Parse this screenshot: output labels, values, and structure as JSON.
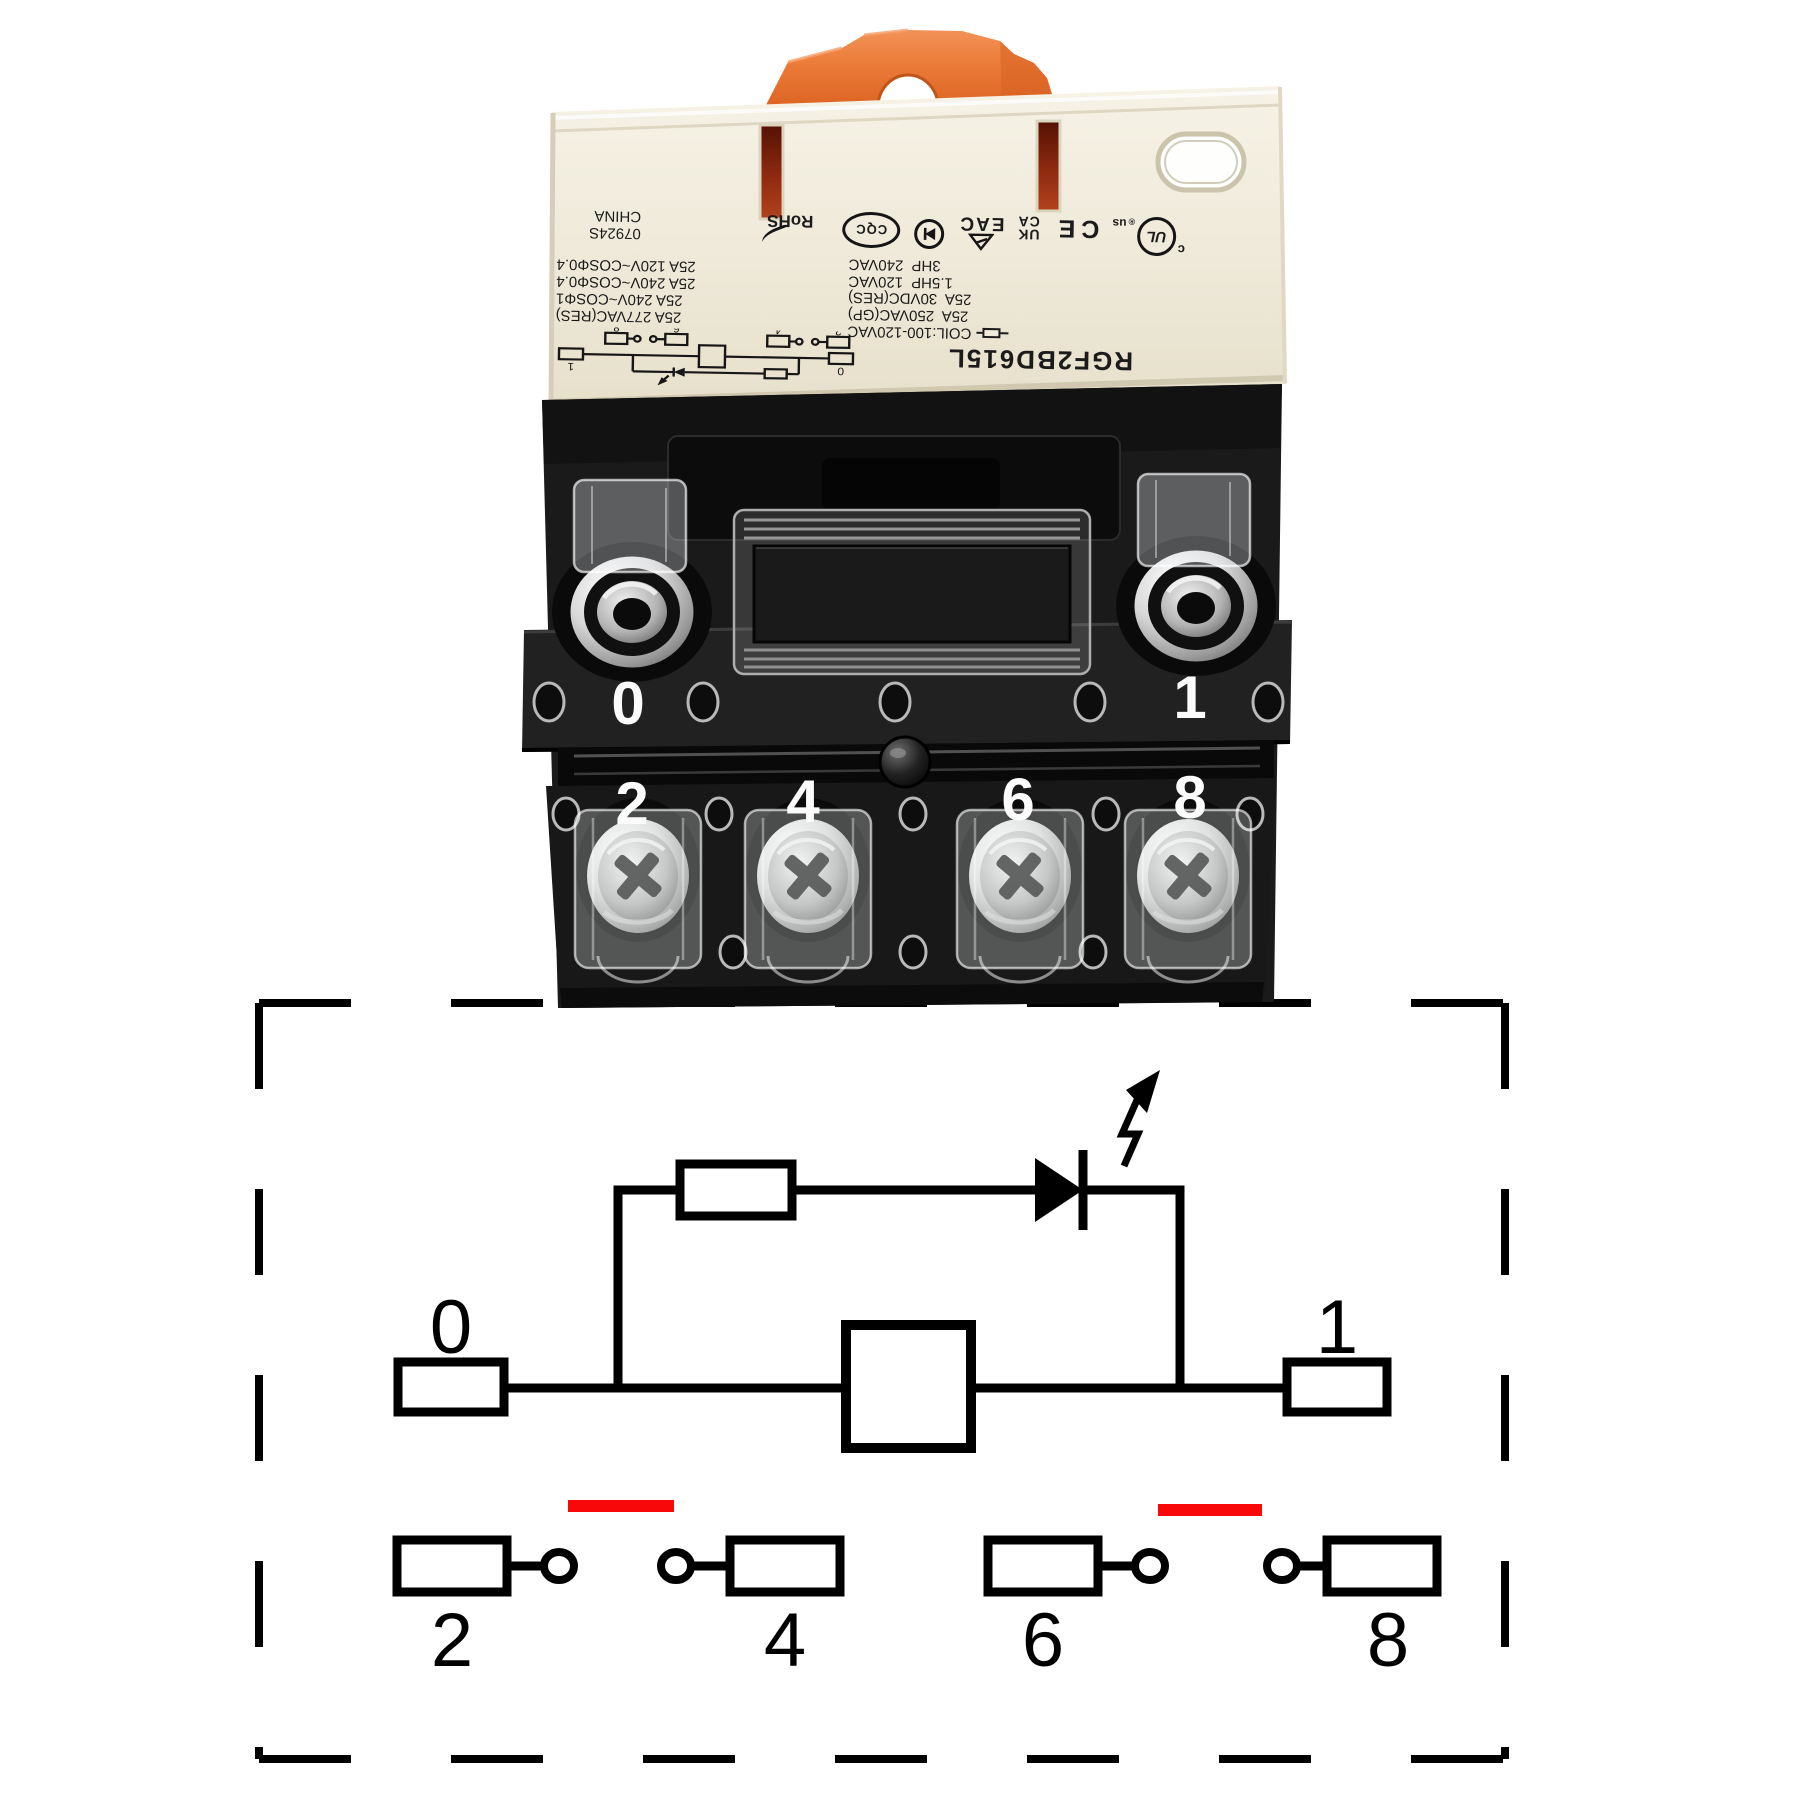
{
  "page": {
    "background": "#FFFFFF"
  },
  "product": {
    "label": {
      "model": "RGF2BD615L",
      "coil_rating": "COIL:100-120VAC",
      "ratings_primary": [
        "25A  250VAC(GP)",
        "25A  30VDC(RES)",
        "1.5HP  120VAC",
        "3HP  240VAC"
      ],
      "ratings_secondary": [
        "25A 277VAC(RES)",
        "25A 240V~COSΦ1",
        "25A 240V~COSΦ0.4",
        "25A 120V~COSΦ0.4"
      ],
      "marks": {
        "ul_prefix": "c",
        "ul": "UL",
        "ul_reg": "®",
        "ul_suffix": "us",
        "ce": "CE",
        "ukca_top": "UK",
        "ukca_bottom": "CA",
        "eac": "EAC",
        "cqc": "CQC",
        "rohs": "RoHS"
      },
      "batch_code": "07924S",
      "origin": "CHINA"
    },
    "terminals": {
      "coil": [
        "0",
        "1"
      ],
      "contacts": [
        "2",
        "4",
        "6",
        "8"
      ]
    },
    "colors": {
      "clip": "#EC7B38",
      "housing": "#EFEADA",
      "body": "#1A1A1A",
      "slot_red": "#8F2A10"
    }
  },
  "schematic": {
    "coil_terminals": [
      "0",
      "1"
    ],
    "contact_terminals": [
      "2",
      "4",
      "6",
      "8"
    ],
    "line_color": "#000000",
    "accent_color": "#F80808"
  }
}
